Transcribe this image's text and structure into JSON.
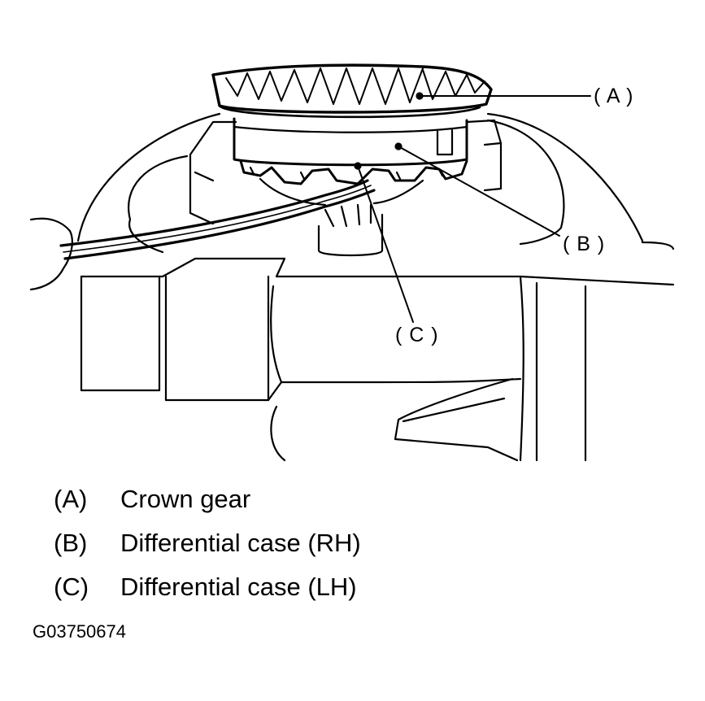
{
  "callouts": {
    "a": "( A )",
    "b": "( B )",
    "c": "( C )"
  },
  "legend": [
    {
      "key": "(A)",
      "text": "Crown gear"
    },
    {
      "key": "(B)",
      "text": "Differential case (RH)"
    },
    {
      "key": "(C)",
      "text": "Differential case (LH)"
    }
  ],
  "figure_code": "G03750674"
}
